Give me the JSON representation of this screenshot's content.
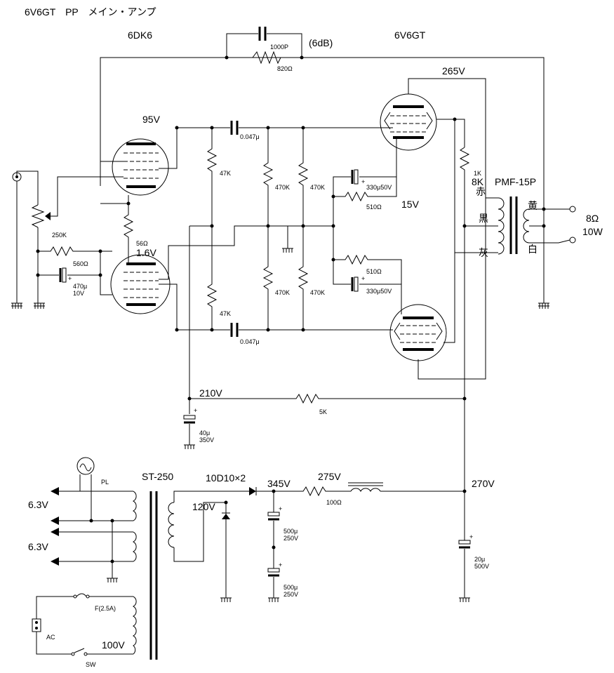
{
  "title": "6V6GT　PP　メイン・アンプ",
  "tubes": {
    "driver": "6DK6",
    "output": "6V6GT"
  },
  "voltages": {
    "v95": "95V",
    "v16": "1.6V",
    "v265": "265V",
    "v15": "15V",
    "v210": "210V",
    "v345": "345V",
    "v275": "275V",
    "v270": "270V",
    "v120": "120V",
    "v63a": "6.3V",
    "v63b": "6.3V",
    "v100": "100V"
  },
  "feedback": {
    "cap": "1000P",
    "res": "820Ω",
    "gain": "(6dB)"
  },
  "parts": {
    "pot": "250K",
    "r560": "560Ω",
    "c470": "470μ",
    "c470v": "10V",
    "r56": "56Ω",
    "r47a": "47K",
    "r47b": "47K",
    "c047a": "0.047μ",
    "c047b": "0.047μ",
    "r470a": "470K",
    "r470b": "470K",
    "r470c": "470K",
    "r470d": "470K",
    "c330a": "330μ50V",
    "c330b": "330μ50V",
    "r510a": "510Ω",
    "r510b": "510Ω",
    "r1k": "1K",
    "r5k": "5K",
    "c40": "40μ",
    "c40v": "350V",
    "r100": "100Ω",
    "c500a": "500μ",
    "c500av": "250V",
    "c500b": "500μ",
    "c500bv": "250V",
    "c20": "20μ",
    "c20v": "500V"
  },
  "transformer": {
    "name": "PMF-15P",
    "primary": "8K",
    "red": "赤",
    "black": "黒",
    "gray": "灰",
    "yellow": "黄",
    "white": "白",
    "out_imp": "8Ω",
    "out_pow": "10W"
  },
  "power": {
    "ptrans": "ST-250",
    "diode": "10D10×2",
    "pl": "PL",
    "fuse": "F(2.5A)",
    "ac": "AC",
    "sw": "SW"
  }
}
